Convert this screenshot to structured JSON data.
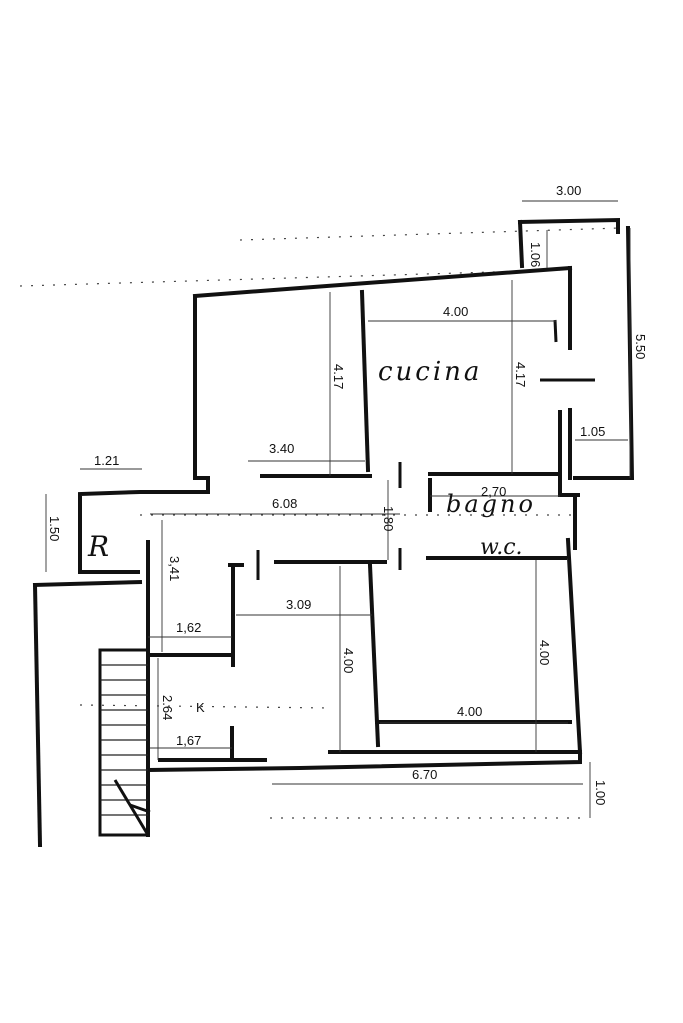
{
  "dimensions": {
    "d_300": "3.00",
    "d_106": "1.06",
    "d_400_top": "4.00",
    "d_550": "5.50",
    "d_417_left": "4.17",
    "d_417_right": "4.17",
    "d_105": "1.05",
    "d_121": "1.21",
    "d_340": "3.40",
    "d_608": "6.08",
    "d_270": "2,70",
    "d_150": "1.50",
    "d_180": "1.80",
    "d_341": "3,41",
    "d_309": "3.09",
    "d_162": "1,62",
    "d_400_mid": "4.00",
    "d_400_right": "4.00",
    "d_264": "2.64",
    "d_400_bottom": "4.00",
    "d_167": "1,67",
    "d_670": "6.70",
    "d_100": "1.00"
  },
  "labels": {
    "kitchen": "cucina",
    "bathroom": "bagno",
    "wc": "w.c.",
    "r_mark": "R",
    "k_mark": "K"
  }
}
